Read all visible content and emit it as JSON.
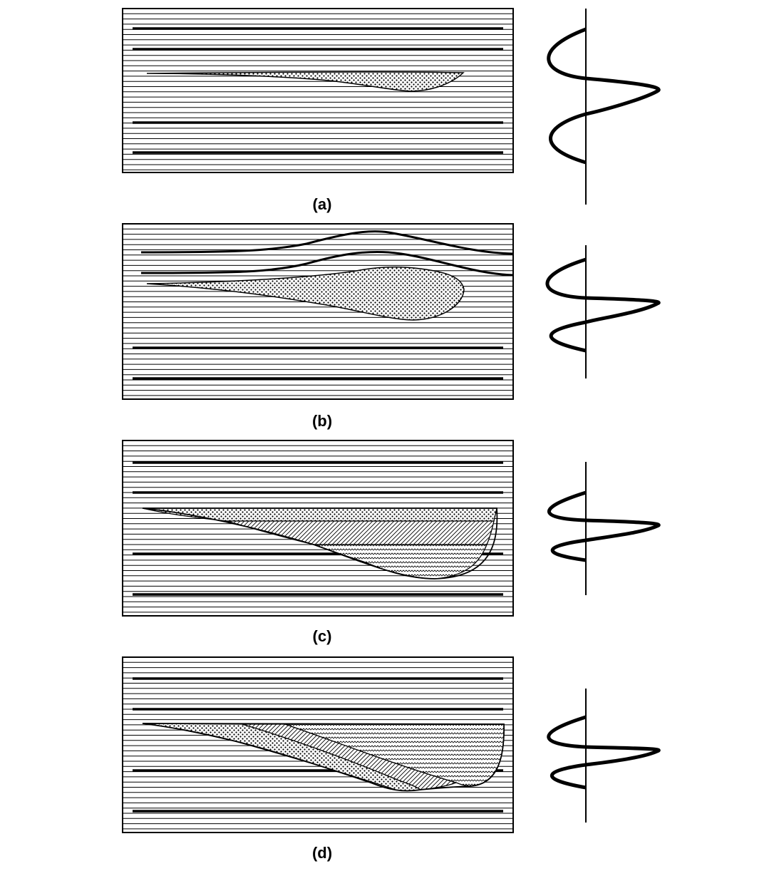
{
  "figure": {
    "panels": [
      {
        "id": "a",
        "label": "(a)"
      },
      {
        "id": "b",
        "label": "(b)"
      },
      {
        "id": "c",
        "label": "(c)"
      },
      {
        "id": "d",
        "label": "(d)"
      }
    ]
  },
  "colors": {
    "ink": "#000000",
    "background": "#ffffff"
  },
  "icons": {
    "dots_pattern": "stippled-sand-fill",
    "diagonal_pattern": "diagonal-hatch-fill",
    "zigzag_pattern": "zigzag-hatch-fill"
  }
}
